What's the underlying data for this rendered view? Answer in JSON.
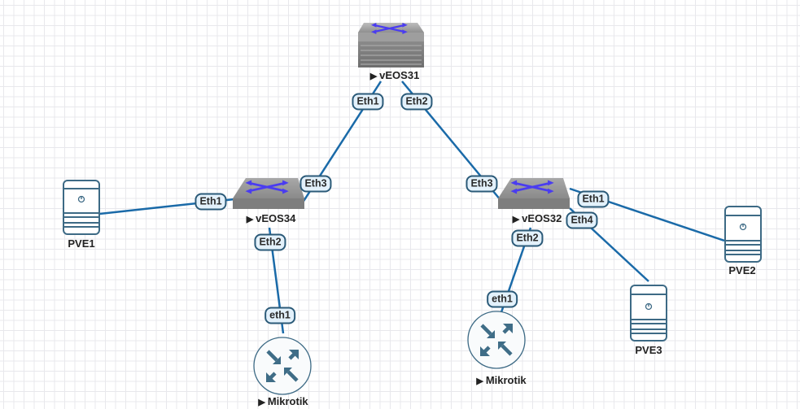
{
  "colors": {
    "link": "#1a6aa8",
    "port_bg": "#e3f1fb",
    "port_border": "#2b5a78",
    "server_stroke": "#3d6a85",
    "router_fill": "#3f6d87",
    "switch_arrows": "#4a3cf0"
  },
  "nodes": {
    "veos31": {
      "label": "vEOS31",
      "type": "switch-chassis",
      "running_icon": "play-triangle-icon"
    },
    "veos34": {
      "label": "vEOS34",
      "type": "switch",
      "running_icon": "play-triangle-icon"
    },
    "veos32": {
      "label": "vEOS32",
      "type": "switch",
      "running_icon": "play-triangle-icon"
    },
    "pve1": {
      "label": "PVE1",
      "type": "server"
    },
    "pve2": {
      "label": "PVE2",
      "type": "server"
    },
    "pve3": {
      "label": "PVE3",
      "type": "server"
    },
    "mikrotik1": {
      "label": "Mikrotik",
      "type": "router",
      "running_icon": "play-triangle-icon"
    },
    "mikrotik2": {
      "label": "Mikrotik",
      "type": "router",
      "running_icon": "play-triangle-icon"
    }
  },
  "ports": {
    "veos31_eth1": "Eth1",
    "veos31_eth2": "Eth2",
    "veos34_eth3": "Eth3",
    "veos34_eth1": "Eth1",
    "veos34_eth2": "Eth2",
    "veos32_eth3": "Eth3",
    "veos32_eth1": "Eth1",
    "veos32_eth4": "Eth4",
    "veos32_eth2": "Eth2",
    "mikrotik1_eth1": "eth1",
    "mikrotik2_eth1": "eth1"
  },
  "links": [
    {
      "from": "vEOS31",
      "from_port": "Eth1",
      "to": "vEOS34",
      "to_port": "Eth3"
    },
    {
      "from": "vEOS31",
      "from_port": "Eth2",
      "to": "vEOS32",
      "to_port": "Eth3"
    },
    {
      "from": "vEOS34",
      "from_port": "Eth1",
      "to": "PVE1",
      "to_port": ""
    },
    {
      "from": "vEOS34",
      "from_port": "Eth2",
      "to": "Mikrotik",
      "to_port": "eth1"
    },
    {
      "from": "vEOS32",
      "from_port": "Eth2",
      "to": "Mikrotik",
      "to_port": "eth1"
    },
    {
      "from": "vEOS32",
      "from_port": "Eth1",
      "to": "PVE2",
      "to_port": ""
    },
    {
      "from": "vEOS32",
      "from_port": "Eth4",
      "to": "PVE3",
      "to_port": ""
    }
  ],
  "play_glyph": "▶"
}
